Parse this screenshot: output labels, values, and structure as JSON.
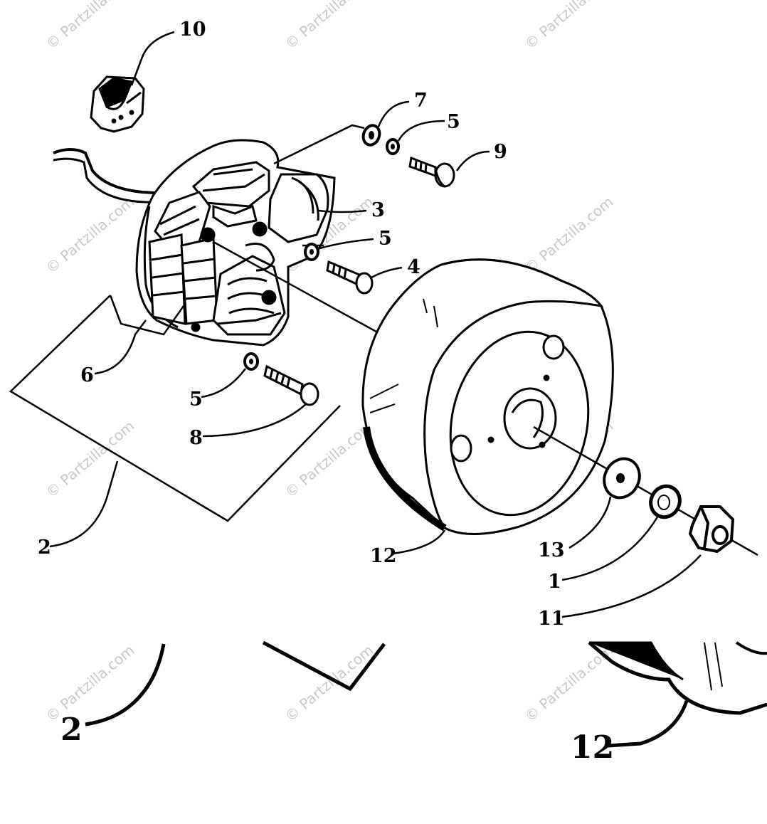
{
  "watermark": "© Partzilla.com",
  "callouts": {
    "c10": "10",
    "c7": "7",
    "c5a": "5",
    "c9": "9",
    "c3": "3",
    "c5b": "5",
    "c4": "4",
    "c6": "6",
    "c5c": "5",
    "c8": "8",
    "c2": "2",
    "c12": "12",
    "c13": "13",
    "c1": "1",
    "c11": "11",
    "c2_large": "2",
    "c12_large": "12"
  }
}
